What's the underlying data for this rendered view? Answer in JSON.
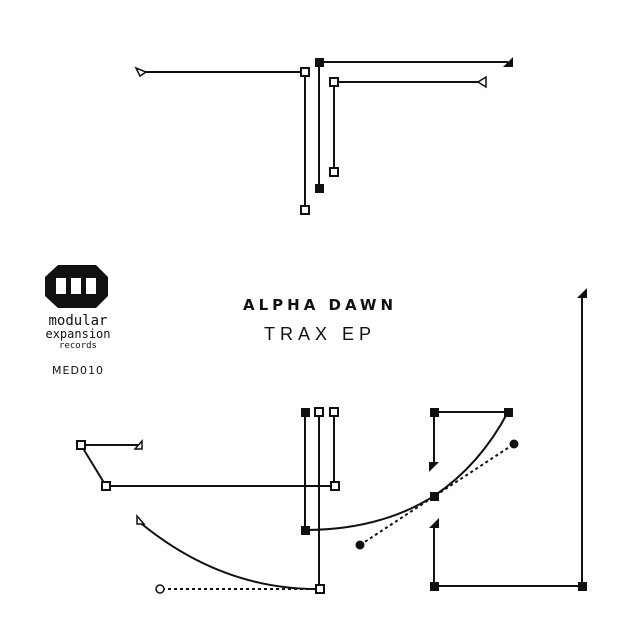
{
  "release": {
    "artist": "ALPHA DAWN",
    "title": "TRAX EP",
    "catalog": "MED010"
  },
  "label": {
    "line1": "modular",
    "line2": "expansion",
    "line3": "records"
  },
  "colors": {
    "ink": "#111111",
    "background": "#ffffff"
  }
}
